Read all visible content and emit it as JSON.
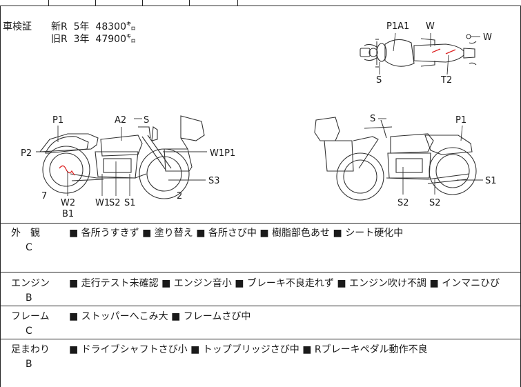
{
  "inspection": {
    "label": "車検証",
    "line1": "新R  5年  48300㌔",
    "line2": "旧R  3年  47900㌔"
  },
  "top_view": {
    "P1A1": "P1A1",
    "W_top": "W",
    "W_right": "W",
    "S": "S",
    "T2": "T2"
  },
  "left_view": {
    "P1": "P1",
    "A2": "A2",
    "S": "S",
    "P2": "P2",
    "W1P1": "W1P1",
    "S3": "S3",
    "n7": "7",
    "n2": "2",
    "W2": "W2",
    "B1": "B1",
    "W1": "W1",
    "S2": "S2",
    "S1": "S1"
  },
  "right_view": {
    "S": "S",
    "P1": "P1",
    "S1": "S1",
    "S2a": "S2",
    "S2b": "S2"
  },
  "sections": [
    {
      "title": "外　観",
      "grade": "C",
      "notes": "■ 各所うすきず ■ 塗り替え ■ 各所さび中 ■ 樹脂部色あせ ■ シート硬化中"
    },
    {
      "title": "エンジン",
      "grade": "B",
      "notes": "■ 走行テスト未確認 ■ エンジン音小 ■ ブレーキ不良走れず ■ エンジン吹け不調 ■ インマニひび"
    },
    {
      "title": "フレーム",
      "grade": "C",
      "notes": "■ ストッパーへこみ大 ■ フレームさび中"
    },
    {
      "title": "足まわり",
      "grade": "B",
      "notes": "■ ドライブシャフトさび小 ■ トップブリッジさび中 ■ Rブレーキペダル動作不良"
    }
  ]
}
